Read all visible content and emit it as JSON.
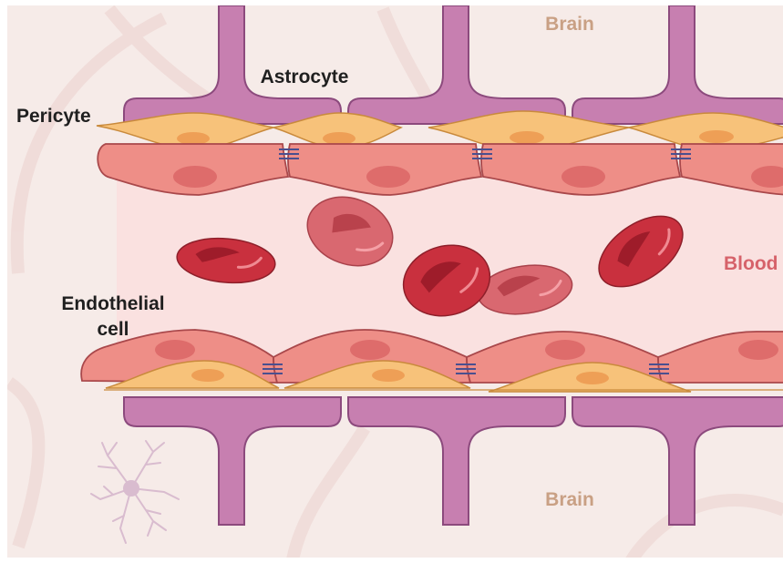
{
  "labels": {
    "brain_top": "Brain",
    "brain_bottom": "Brain",
    "astrocyte": "Astrocyte",
    "pericyte": "Pericyte",
    "blood": "Blood",
    "endothelial_line1": "Endothelial",
    "endothelial_line2": "cell"
  },
  "colors": {
    "background": "#f6ebe8",
    "astrocyte": "#c77fb0",
    "astrocyte_stroke": "#8c4a7d",
    "pericyte": "#f7c27a",
    "pericyte_nucleus": "#ee9f56",
    "endothelial": "#ee8e87",
    "endothelial_nucleus": "#de6c6b",
    "lumen": "#fae1e0",
    "rbc_dark": "#c9303e",
    "rbc_light": "#d96870",
    "brain_text": "#c9a084",
    "blood_text": "#d6626a",
    "junction": "#4a4f8f"
  },
  "icons": [
    "neuron-icon",
    "tight-junction-icon"
  ]
}
